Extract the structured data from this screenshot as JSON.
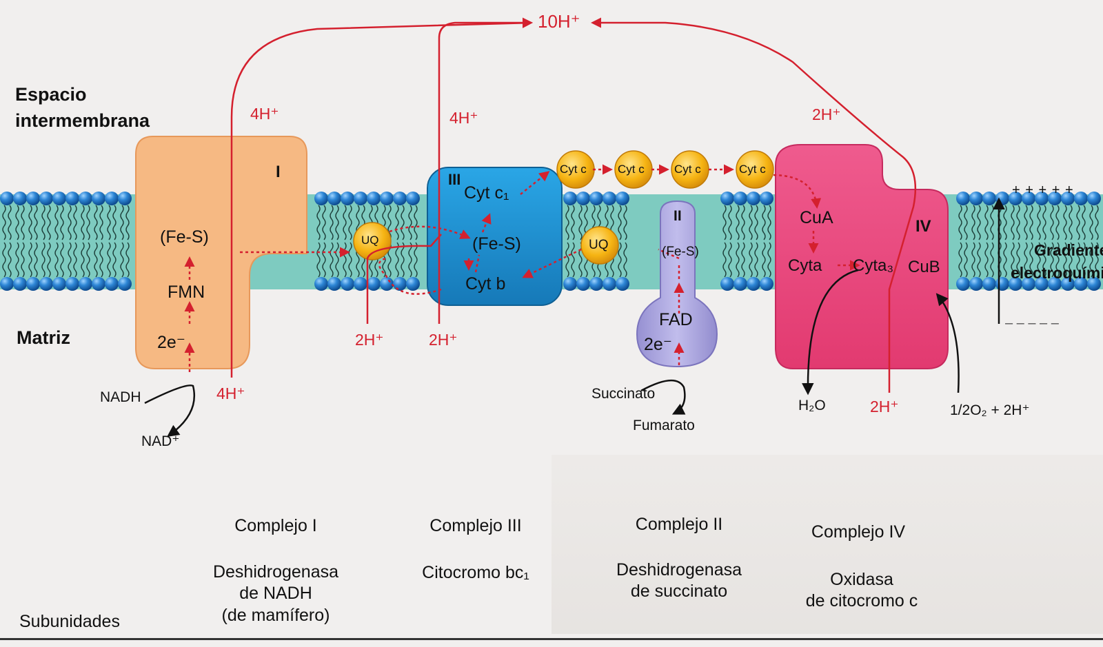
{
  "regions": {
    "intermembrane": "Espacio\nintermembrana",
    "matrix": "Matriz"
  },
  "gradient": {
    "label_line1": "Gradiente",
    "label_line2": "electroquími",
    "plus": "+ + + + +",
    "minus": "– – – – –"
  },
  "protons": {
    "total": "10H⁺",
    "c1_top": "4H⁺",
    "c1_bottom": "4H⁺",
    "c3_top": "4H⁺",
    "c3_bottom_left": "2H⁺",
    "c3_bottom_right": "2H⁺",
    "c4_top": "2H⁺",
    "c4_bottom": "2H⁺"
  },
  "complex1": {
    "numeral": "I",
    "fes": "(Fe-S)",
    "fmn": "FMN",
    "electrons": "2e⁻",
    "substrate": "NADH",
    "product": "NAD⁺"
  },
  "complex2": {
    "numeral": "II",
    "fes": "(Fe-S)",
    "fad": "FAD",
    "electrons": "2e⁻",
    "substrate": "Succinato",
    "product": "Fumarato"
  },
  "complex3": {
    "numeral": "III",
    "cytc1": "Cyt c₁",
    "fes": "(Fe-S)",
    "cytb": "Cyt b"
  },
  "complex4": {
    "numeral": "IV",
    "cua": "CuA",
    "cyta": "Cyta",
    "cyta3": "Cyta₃",
    "cub": "CuB",
    "water": "H₂O",
    "oxygen": "1/2O₂ + 2H⁺"
  },
  "carriers": {
    "uq": "UQ",
    "cytc": "Cyt c"
  },
  "captions": {
    "subunidades": "Subunidades",
    "c1_title": "Complejo I",
    "c1_name": "Deshidrogenasa\nde NADH\n(de mamífero)",
    "c3_title": "Complejo III",
    "c3_name": "Citocromo bc₁",
    "c2_title": "Complejo II",
    "c2_name": "Deshidrogenasa\nde succinato",
    "c4_title": "Complejo IV",
    "c4_name": "Oxidasa\nde citocromo c"
  },
  "colors": {
    "complex1": "#f6b983",
    "complex3": "#1f97d4",
    "complex2": "#a9a4dc",
    "complex4": "#e8437a",
    "carrier": "#f4b510",
    "membrane": "#7ecbc0",
    "head": "#1c72c2",
    "proton_path": "#d4202e"
  }
}
